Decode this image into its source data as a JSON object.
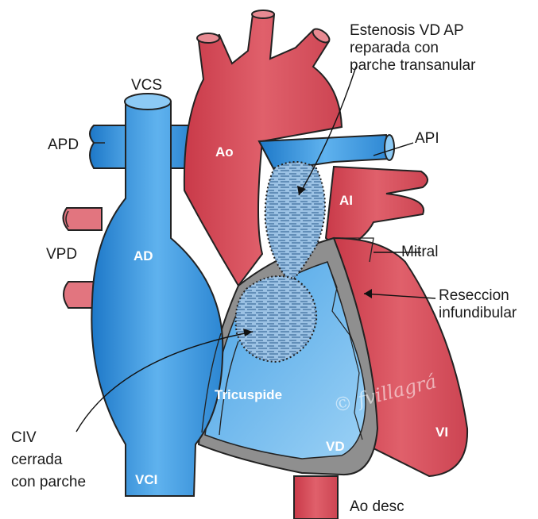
{
  "colors": {
    "arterial": "#dc4f5c",
    "arterial_light": "#ee8f95",
    "venous": "#3a97e0",
    "venous_light": "#8ccaf5",
    "wall": "#8a8a8a",
    "patch": "#5a7fa6",
    "outline": "#1a1a1a"
  },
  "labels": {
    "vcs": "VCS",
    "apd": "APD",
    "vpd": "VPD",
    "ao": "Ao",
    "ad": "AD",
    "api": "API",
    "ai": "AI",
    "mitral": "Mitral",
    "tricuspide": "Tricuspide",
    "vd": "VD",
    "vi": "VI",
    "vci": "VCI",
    "ao_desc": "Ao desc",
    "estenosis": [
      "Estenosis VD AP",
      "reparada con",
      "parche transanular"
    ],
    "reseccion": [
      "Reseccion",
      "infundibular"
    ],
    "civ": [
      "CIV",
      "cerrada",
      "con parche"
    ]
  },
  "watermark": "© fvillagrá"
}
